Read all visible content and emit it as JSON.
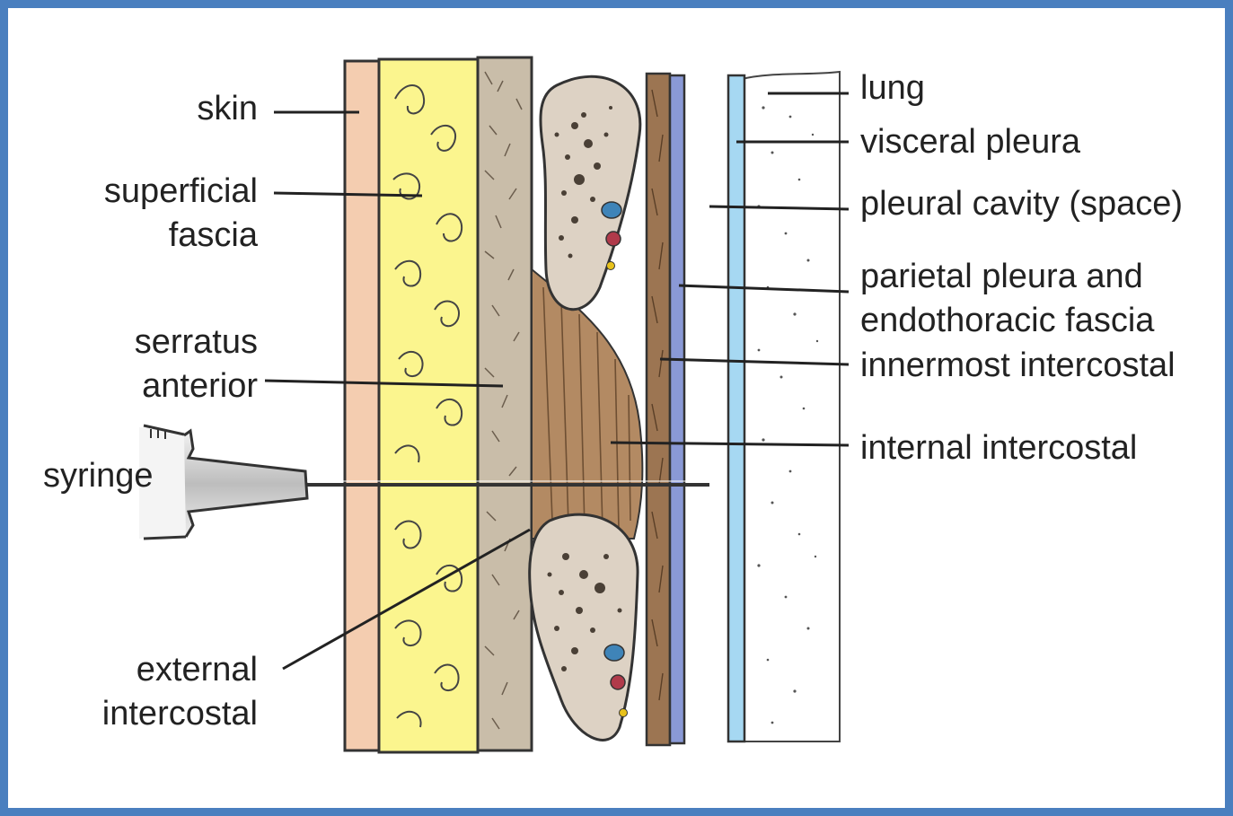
{
  "colors": {
    "frame": "#4a7fbf",
    "skin": "#f4cdb0",
    "superficial_fascia": "#fbf58e",
    "serratus_anterior": "#c9bda9",
    "muscle": "#b38a63",
    "rib": "#ddd2c4",
    "parietal_pleura": "#8a99d6",
    "visceral_pleura": "#a6d8f2",
    "nerve_vein": "#3f84b8",
    "artery": "#b03a4a",
    "nerve": "#e8c21b"
  },
  "labels": {
    "skin": "skin",
    "superficial_fascia_1": "superficial",
    "superficial_fascia_2": "fascia",
    "serratus_1": "serratus",
    "serratus_2": "anterior",
    "syringe": "syringe",
    "external_1": "external",
    "external_2": "intercostal",
    "lung": "lung",
    "visceral_pleura": "visceral pleura",
    "pleural_cavity": "pleural cavity (space)",
    "parietal_1": "parietal pleura and",
    "parietal_2": "endothoracic fascia",
    "innermost": "innermost intercostal",
    "internal": "internal intercostal"
  }
}
